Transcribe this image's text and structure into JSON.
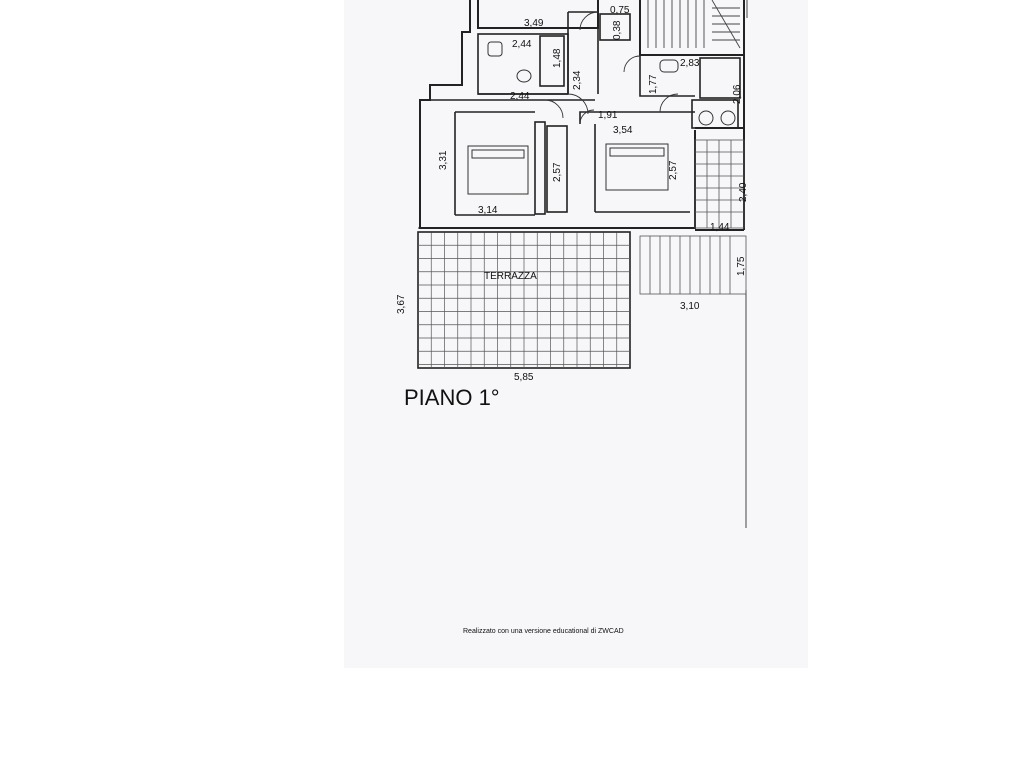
{
  "plan": {
    "floor_label": "PIANO 1°",
    "room_label": "TERRAZZA",
    "credit": "Realizzato con una versione educational di ZWCAD",
    "dimensions": {
      "d_349": "3,49",
      "d_244_top": "2,44",
      "d_148": "1,48",
      "d_234": "2,34",
      "d_244_bottom": "2,44",
      "d_075": "0,75",
      "d_038": "0,38",
      "d_283": "2,83",
      "d_177": "1,77",
      "d_206": "2,06",
      "d_191": "1,91",
      "d_354": "3,54",
      "d_331": "3,31",
      "d_257_left": "2,57",
      "d_257_right": "2,57",
      "d_240": "2,40",
      "d_314": "3,14",
      "d_144": "1,44",
      "d_175": "1,75",
      "d_310": "3,10",
      "d_367": "3,67",
      "d_585": "5,85"
    }
  }
}
